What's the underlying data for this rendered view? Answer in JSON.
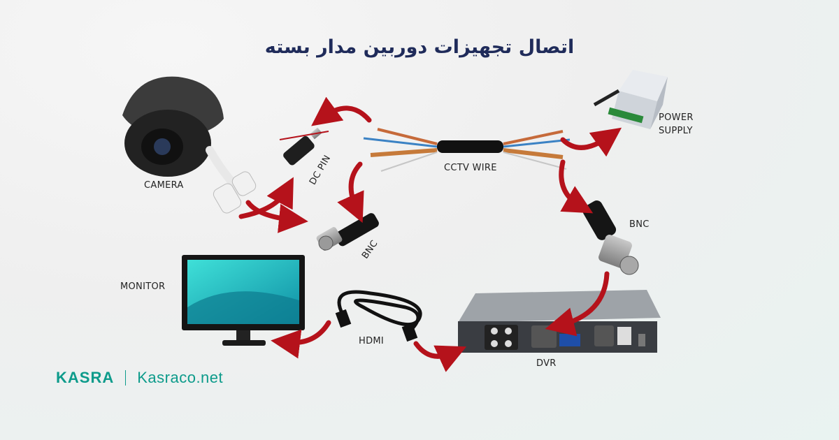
{
  "title": "اتصال تجهیزات دوربین مدار بسته",
  "components": {
    "camera": "CAMERA",
    "dc_pin": "DC PIN",
    "bnc_left": "BNC",
    "cctv_wire": "CCTV WIRE",
    "power_supply_line1": "POWER",
    "power_supply_line2": "SUPPLY",
    "bnc_right": "BNC",
    "monitor": "MONITOR",
    "hdmi": "HDMI",
    "dvr": "DVR"
  },
  "brand": {
    "logo": "KASRA",
    "site": "Kasraco.net"
  },
  "colors": {
    "arrow": "#b5121b",
    "title": "#1f2b5a",
    "brand": "#0d9b8b",
    "screen": "#1fc7c4"
  }
}
